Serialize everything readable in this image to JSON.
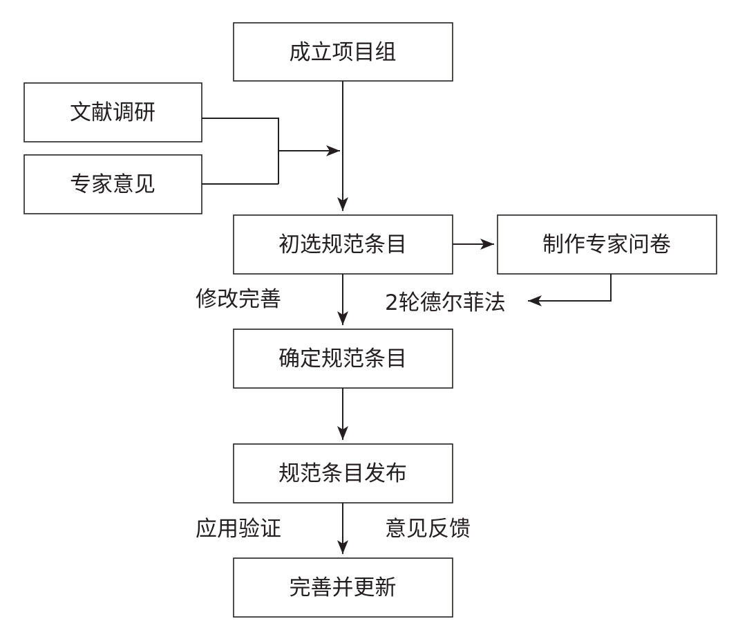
{
  "nodes": {
    "form_group": "成立项目组",
    "literature_review": "文献调研",
    "expert_opinion": "专家意见",
    "preliminary_items": "初选规范条目",
    "make_questionnaire": "制作专家问卷",
    "confirm_items": "确定规范条目",
    "publish_items": "规范条目发布",
    "improve_update": "完善并更新"
  },
  "edge_labels": {
    "revise": "修改完善",
    "delphi": "2轮德尔菲法",
    "apply_verify": "应用验证",
    "feedback": "意见反馈"
  },
  "colors": {
    "stroke": "#231f20",
    "text": "#231f20",
    "background": "#ffffff"
  }
}
